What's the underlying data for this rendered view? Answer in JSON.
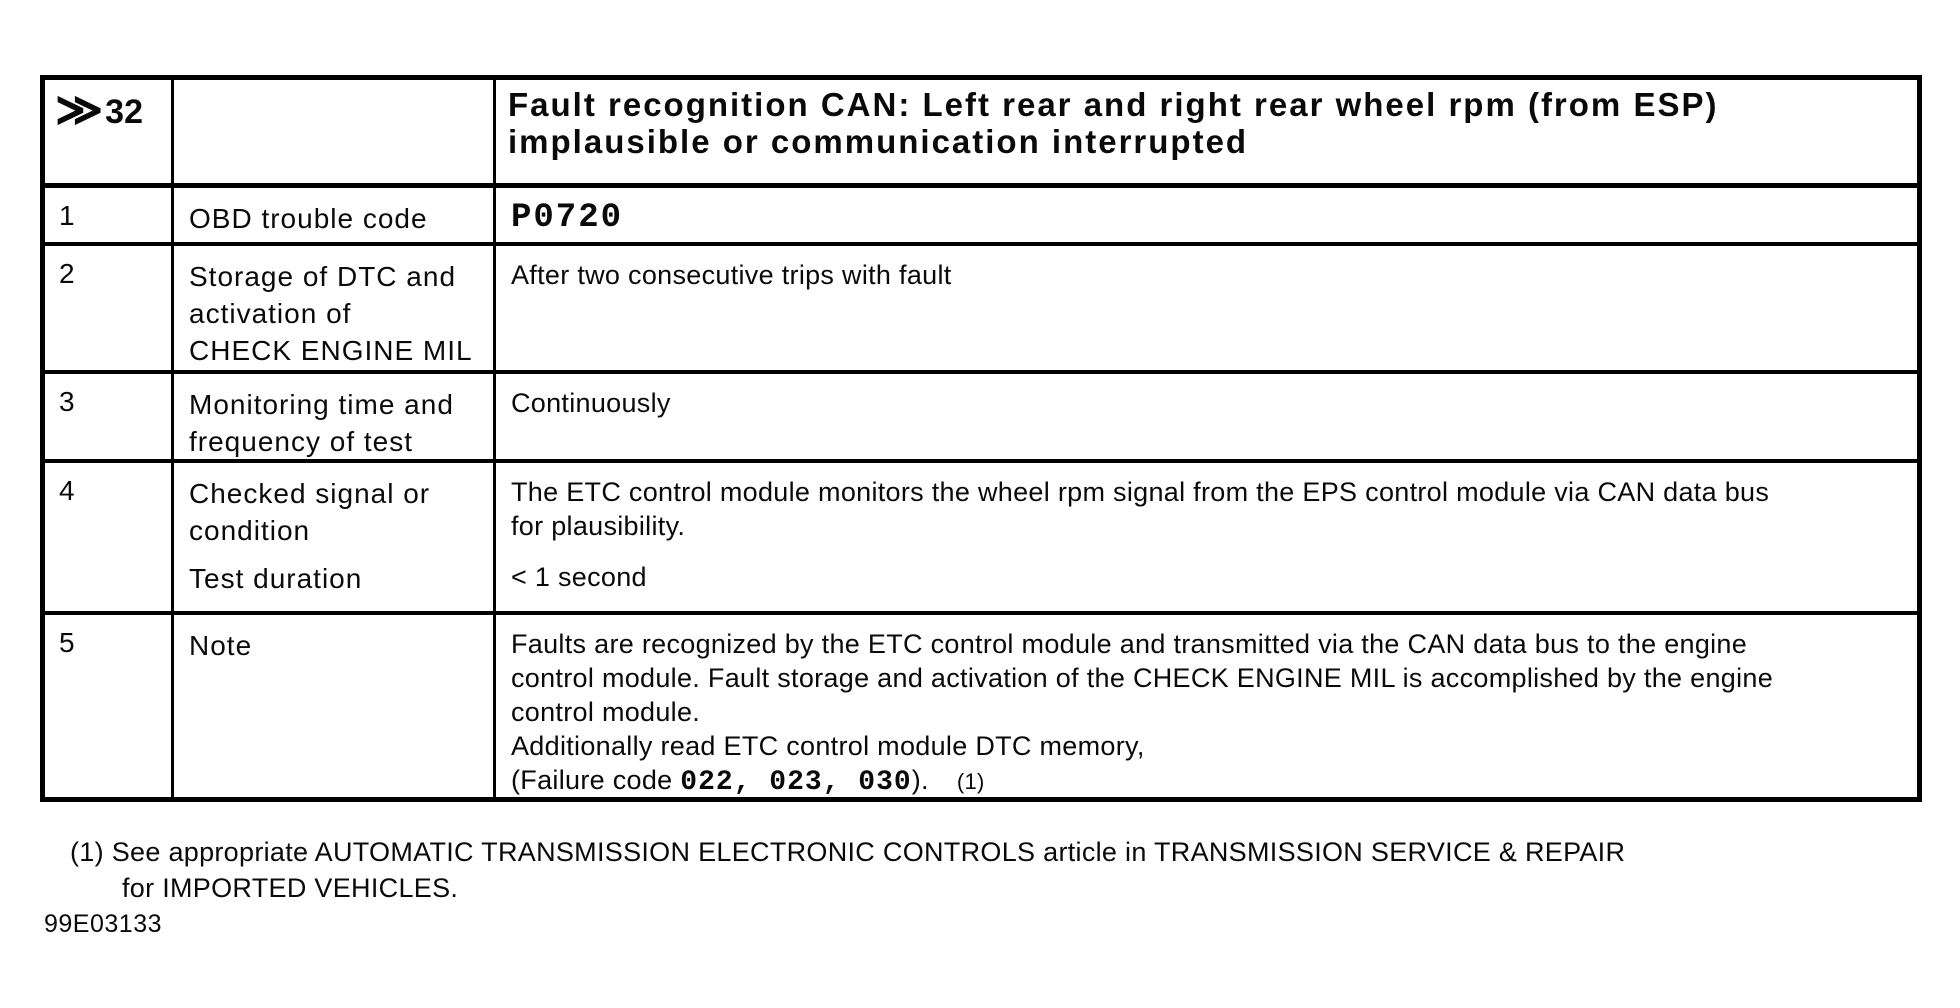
{
  "page": {
    "doc_number": "99E03133"
  },
  "colors": {
    "ink": "#0a0a0a",
    "paper": "#ffffff",
    "border": "#000000"
  },
  "table": {
    "header": {
      "chevron": "≫",
      "number": "32",
      "title_lines": [
        "Fault recognition CAN: Left rear and right rear wheel rpm (from ESP)",
        "implausible or communication interrupted"
      ]
    },
    "rows": [
      {
        "num": "1",
        "label_lines": [
          "OBD trouble code"
        ],
        "code": "P0720"
      },
      {
        "num": "2",
        "label_lines": [
          "Storage of DTC and",
          "activation of",
          "CHECK ENGINE MIL"
        ],
        "content_lines": [
          "After two consecutive trips with fault"
        ]
      },
      {
        "num": "3",
        "label_lines": [
          "Monitoring time and",
          "frequency of test"
        ],
        "content_lines": [
          "Continuously"
        ]
      },
      {
        "num": "4",
        "label_lines": [
          "Checked signal or",
          "condition"
        ],
        "label_secondary": "Test duration",
        "content_lines": [
          "The ETC control module monitors the wheel rpm signal from the EPS control module via CAN data bus",
          "for plausibility."
        ],
        "content_secondary": "< 1 second"
      },
      {
        "num": "5",
        "label_lines": [
          "Note"
        ],
        "content_lines": [
          "Faults are recognized by the ETC control module and transmitted via the CAN data bus to the engine",
          "control module. Fault storage and activation of the CHECK ENGINE MIL is accomplished by the engine",
          "control module.",
          "Additionally read ETC control module DTC memory,"
        ],
        "failure_prefix": "(Failure code ",
        "failure_codes": "022, 023, 030",
        "failure_suffix": ").",
        "footnote_ref": "(1)"
      }
    ]
  },
  "footnote": {
    "lines": [
      "(1) See appropriate AUTOMATIC TRANSMISSION ELECTRONIC CONTROLS article in TRANSMISSION SERVICE & REPAIR",
      "for IMPORTED VEHICLES."
    ]
  }
}
